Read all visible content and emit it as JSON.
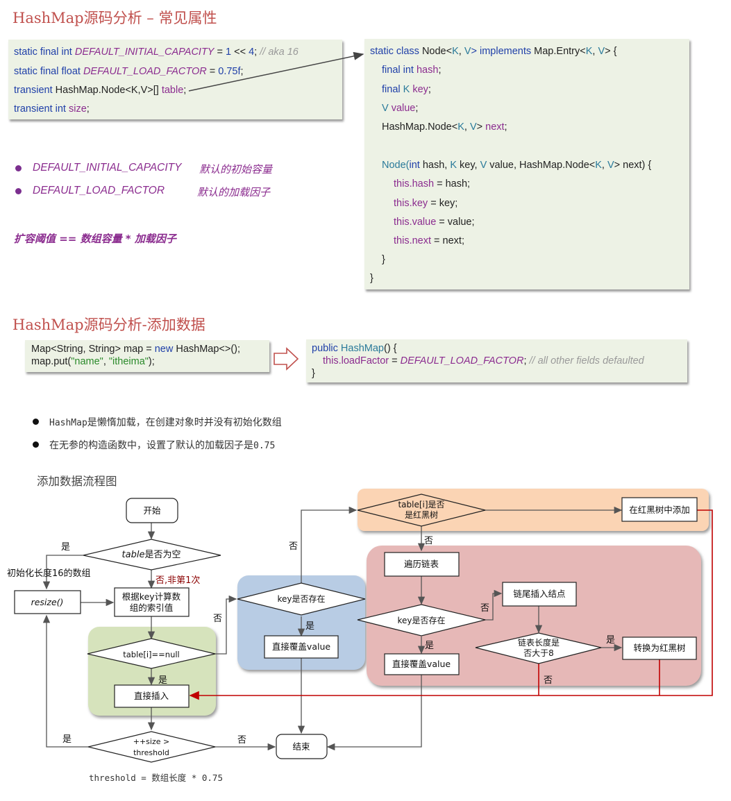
{
  "section1": {
    "title": "HashMap源码分析 – 常见属性",
    "fields": [
      {
        "mod": "static final int ",
        "name": "DEFAULT_INITIAL_CAPACITY",
        "eq": " = ",
        "val": "1",
        "rest": " << ",
        "val2": "4",
        ";": "; ",
        "comment": "// aka 16"
      },
      {
        "mod": "static final float ",
        "name": "DEFAULT_LOAD_FACTOR",
        "eq": " = ",
        "val": "0.75f",
        "end": ";"
      },
      {
        "mod": "transient ",
        "type": "HashMap.Node<K,V>[] ",
        "name": "table",
        "end": ";"
      },
      {
        "mod": "transient int ",
        "name": "size",
        "end": ";"
      }
    ],
    "node_class": {
      "l1a": "static class ",
      "l1b": "Node<",
      "l1c": "K",
      "l1d": ", ",
      "l1e": "V",
      "l1f": "> implements ",
      "l1g": "Map.Entry<",
      "l1h": "K",
      "l1i": ", ",
      "l1j": "V",
      "l1k": "> {",
      "l2a": "final int ",
      "l2b": "hash",
      ";": ";",
      "l3a": "final ",
      "l3b": "K ",
      "l3c": "key",
      "l4a": "V ",
      "l4b": "value",
      "l5a": "HashMap.Node<",
      "l5b": "K",
      "l5c": ", ",
      "l5d": "V",
      "l5e": "> ",
      "l5f": "next",
      "l6a": "Node(",
      "l6b": "int ",
      "l6c": "hash, ",
      "l6d": "K ",
      "l6e": "key, ",
      "l6f": "V ",
      "l6g": "value, HashMap.Node<",
      "l6h": "K",
      "l6i": ", ",
      "l6j": "V",
      "l6k": "> next) {",
      "l7a": "this.",
      "l7b": "hash",
      " l7c": " = hash;",
      "l8b": "key",
      "l8c": " = key;",
      "l9b": "value",
      "l9c": " = value;",
      "l10b": "next",
      "l10c": " = next;",
      "close1": "}",
      "close2": "}"
    },
    "bullets": [
      {
        "name": "DEFAULT_INITIAL_CAPACITY",
        "desc": "默认的初始容量"
      },
      {
        "name": "DEFAULT_LOAD_FACTOR",
        "desc": "默认的加载因子"
      }
    ],
    "formula": "扩容阈值 == 数组容量 * 加载因子"
  },
  "section2": {
    "title": "HashMap源码分析-添加数据",
    "left_code": {
      "l1a": "Map<String, String> map = ",
      "l1b": "new ",
      "l1c": "HashMap<>();",
      "l2a": "map.put(",
      "l2b": "\"name\"",
      "l2c": ", ",
      "l2d": "\"itheima\"",
      "l2e": ");"
    },
    "right_code": {
      "l1a": "public ",
      "l1b": "HashMap",
      "l1c": "() {",
      "l2a": "this.",
      "l2b": "loadFactor",
      " l2c": " = ",
      "l2d": "DEFAULT_LOAD_FACTOR",
      "l2e": "; ",
      "l2f": "// all other fields defaulted",
      "l3": "}"
    },
    "notes": [
      {
        "a": "HashMap",
        "b": "是懒惰加载，在创建对象时并没有初始化数组"
      },
      {
        "a": "在无参的构造函数中，设置了默认的加载因子是",
        "b": "0.75"
      }
    ],
    "flow_title": "添加数据流程图"
  },
  "flowchart": {
    "start": "开始",
    "table_empty_a": "table",
    "table_empty_b": "是否为空",
    "yes": "是",
    "no": "否",
    "init_note": "初始化长度16的数组",
    "no_not_first": "否,非第1次",
    "resize": "resize()",
    "index_l1": "根据key计算数",
    "index_l2": "组的索引值",
    "table_i_null": "table[i]==null",
    "insert_direct": "直接插入",
    "size_check_l1": "++size >",
    "size_check_l2": "threshold",
    "end": "结束",
    "key_exists": "key是否存在",
    "overwrite": "直接覆盖value",
    "is_tree_l1": "table[i]是否",
    "is_tree_l2": "是红黑树",
    "tree_add": "在红黑树中添加",
    "traverse": "遍历链表",
    "key_exists2": "key是否存在",
    "tail_insert": "链尾插入结点",
    "overwrite2": "直接覆盖value",
    "len_check_l1": "链表长度是",
    "len_check_l2": "否大于8",
    "to_tree": "转换为红黑树",
    "threshold_note": "threshold = 数组长度 * 0.75"
  },
  "colors": {
    "title": "#c0504d",
    "keyword": "#1f3fa8",
    "field": "#8b2c8f",
    "green_panel": "#d6e3bc",
    "blue_panel": "#b8cce4",
    "orange_panel": "#fbd4b4",
    "red_panel": "#e6b8b7",
    "red_line": "#c00000"
  }
}
